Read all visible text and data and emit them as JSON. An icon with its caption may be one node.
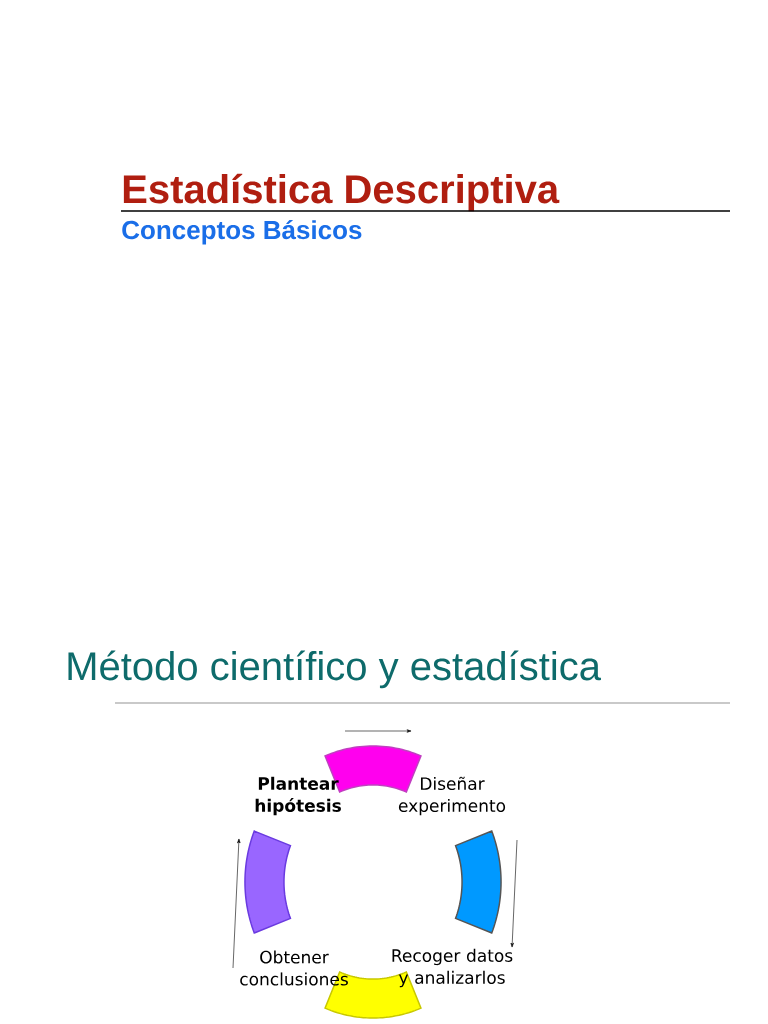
{
  "diagram": {
    "title": "Estadística Descriptiva",
    "nodes": [
      {
        "text": [],
        "shape": "arc"
      },
      {
        "text": [
          "Plantear hipótesis"
        ]
      },
      {
        "text": [
          "Diseñar experimento"
        ]
      },
      {
        "text": [],
        "shape": "arc"
      },
      {
        "text": [],
        "shape": "arc"
      },
      {
        "text": [
          "Obtener conclusiones"
        ]
      },
      {
        "text": [
          "Recoger datos y analizarlos"
        ]
      },
      {
        "text": [],
        "shape": "arc"
      }
    ],
    "labels": [
      "Conceptos Básicos",
      "Método científico y estadística"
    ]
  }
}
